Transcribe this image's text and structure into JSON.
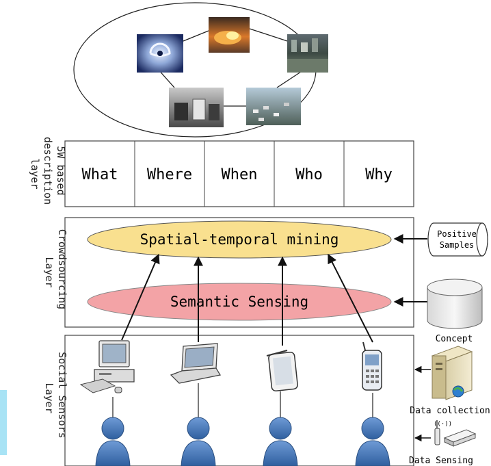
{
  "layers": {
    "description": "5W based description layer",
    "crowdsourcing": "Crowdsourcing Layer",
    "sensors": "Social Sensors Layer"
  },
  "w5": [
    "What",
    "Where",
    "When",
    "Who",
    "Why"
  ],
  "crowd": {
    "mining": "Spatial-temporal mining",
    "sensing": "Semantic Sensing"
  },
  "side": {
    "positive_samples": [
      "Positive",
      "Samples"
    ],
    "concept": "Concept",
    "data_collection": "Data collection",
    "data_sensing": "Data Sensing"
  },
  "colors": {
    "mining_fill": "#f9e08f",
    "sensing_fill": "#f3a3a6",
    "person_fill": "#4f7fbf",
    "accent_left": "#a8e3f5"
  },
  "icons": {
    "photos": [
      "hurricane-photo-icon",
      "fire-photo-icon",
      "flood-city-photo-icon",
      "accident-photo-icon",
      "traffic-photo-icon"
    ],
    "devices": [
      "desktop-computer-icon",
      "laptop-icon",
      "tablet-icon",
      "mobile-phone-icon"
    ]
  }
}
